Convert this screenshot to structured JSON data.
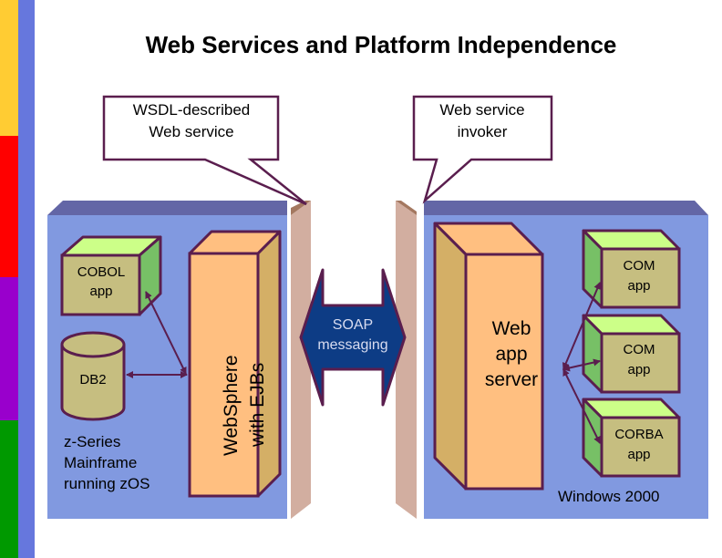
{
  "slide": {
    "title": "Web Services and Platform Independence",
    "accent_bars": [
      {
        "color": "#ffcc33"
      },
      {
        "color": "#ff0000"
      },
      {
        "color": "#9900cc"
      },
      {
        "color": "#009900"
      }
    ],
    "sidebar_color": "#6677dd"
  },
  "callouts": {
    "wsdl": {
      "line1": "WSDL-described",
      "line2": "Web service"
    },
    "invoker": {
      "line1": "Web service",
      "line2": "invoker"
    }
  },
  "left_platform": {
    "cobol": {
      "line1": "COBOL",
      "line2": "app"
    },
    "db": {
      "label": "DB2"
    },
    "websphere": {
      "line1": "WebSphere",
      "line2": "with  EJBs"
    },
    "platform_label": {
      "line1": "z-Series",
      "line2": "Mainframe",
      "line3": "running zOS"
    }
  },
  "soap": {
    "line1": "SOAP",
    "line2": "messaging"
  },
  "right_platform": {
    "app_server": {
      "line1": "Web",
      "line2": "app",
      "line3": "server"
    },
    "com1": {
      "line1": "COM",
      "line2": "app"
    },
    "com2": {
      "line1": "COM",
      "line2": "app"
    },
    "corba": {
      "line1": "CORBA",
      "line2": "app"
    },
    "platform_label": "Windows 2000"
  },
  "colors": {
    "platform_fill": "#8199e0",
    "platform_top": "#6366a6",
    "pillar": "#d2aea0",
    "outline": "#5a1e4e",
    "server_front": "#ffbf80",
    "server_side": "#d4af66",
    "app_front": "#c6be80",
    "app_top": "#ccff88",
    "app_side": "#77c066",
    "soap_fill": "#0d3c85",
    "soap_text": "#d8dcf0"
  }
}
